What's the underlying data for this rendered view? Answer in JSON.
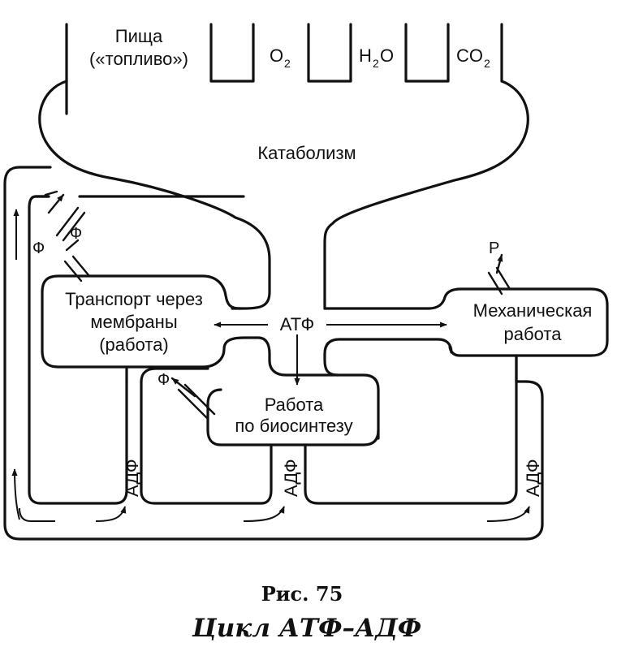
{
  "inputs": {
    "food_line1": "Пища",
    "food_line2": "(«топливо»)",
    "oxygen": "O",
    "oxygen_sub": "2",
    "water_h": "H",
    "water_sub": "2",
    "water_o": "O",
    "co2": "CO",
    "co2_sub": "2"
  },
  "catabolism": "Катаболизм",
  "center": "АТФ",
  "transport": {
    "line1": "Транспорт через",
    "line2": "мембраны",
    "line3": "(работа)",
    "phi_left": "Ф",
    "phi_right": "Ф"
  },
  "mechanical": {
    "line1": "Механическая",
    "line2": "работа",
    "p": "P"
  },
  "biosynthesis": {
    "line1": "Работа",
    "line2": "по биосинтезу",
    "phi": "Ф"
  },
  "adp": {
    "left": "АДФ",
    "middle": "АДФ",
    "right": "АДФ"
  },
  "caption": {
    "number": "Рис. 75",
    "title": "Цикл АТФ–АДФ"
  }
}
